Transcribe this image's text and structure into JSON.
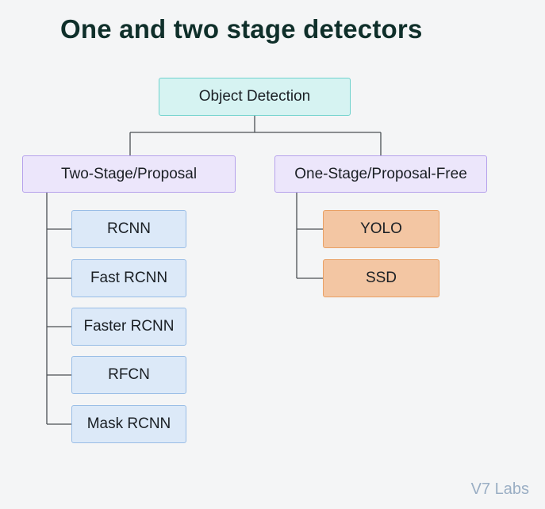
{
  "title": "One and two stage detectors",
  "root": {
    "label": "Object Detection"
  },
  "branches": [
    {
      "label": "Two-Stage/Proposal",
      "children": [
        "RCNN",
        "Fast RCNN",
        "Faster RCNN",
        "RFCN",
        "Mask RCNN"
      ]
    },
    {
      "label": "One-Stage/Proposal-Free",
      "children": [
        "YOLO",
        "SSD"
      ]
    }
  ],
  "watermark": "V7 Labs",
  "colors": {
    "root_fill": "#d6f3f2",
    "branch_fill": "#ece6fb",
    "two_stage_fill": "#dce9f8",
    "one_stage_fill": "#f3c6a3",
    "connector": "#4a4f54"
  }
}
